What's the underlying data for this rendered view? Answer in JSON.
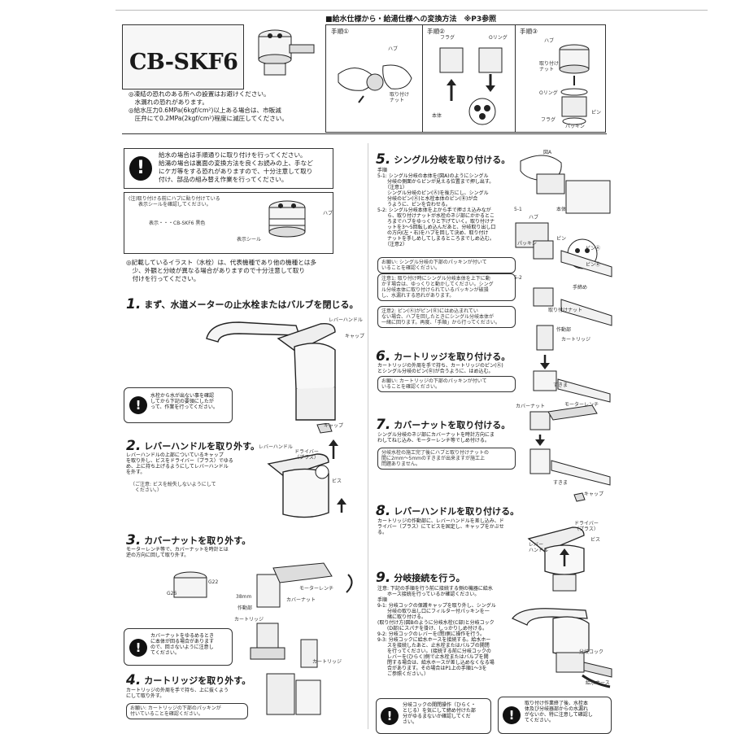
{
  "header": {
    "model": "CB-SKF6",
    "conversion_title": "■給水仕様から・給湯仕様への変換方法　※P3参照",
    "proc_labels": [
      "手順①",
      "手順②",
      "手順③"
    ],
    "notes": [
      "◎凍結の恐れのある所への設置はお避けください。",
      "　水漏れの恐れがあります。",
      "◎給水圧力0.6MPa(6kgf/cm²)以上ある場合は、市販減",
      "　圧弁にて0.2MPa(2kgf/cm²)程度に減圧してください。"
    ],
    "diagram_labels": [
      "ハブ",
      "取り付け\nナット",
      "本体",
      "フラグ",
      "Oリング",
      "ハブ",
      "取り付け\nナット",
      "Oリング",
      "ピン",
      "フラグ",
      "パッキン"
    ]
  },
  "left": {
    "main_warning": "給水の場合は手順通りに取り付けを行ってください。\n給湯の場合は裏面の変換方法を良くお読みの上、手など\nにケガ等をする恐れがありますので、十分注意して取り\n付け、部品の組み替え作業を行ってください。",
    "label_note": "(注)取り付ける前にハブに貼り付けている\n　　表示シールを確認してください。",
    "label_display": "表示・・・CB-SKF6 黒色",
    "label_parts": [
      "ハブ",
      "表示シール"
    ],
    "illustration_note": "◎記載しているイラスト（水栓）は、代表機種であり他の機種とは多\n　少、外観と分岐が異なる場合がありますので十分注意して取り\n　付けを行ってください。",
    "step1": {
      "num": "1.",
      "title": "まず、水道メーターの止水栓またはバルブを閉じる。"
    },
    "step1_labels": [
      "レバーハンドル",
      "キャップ"
    ],
    "step1_warning": "水栓から水が出ない事を確認\nしてから下記の要領にしたが\nって、作業を行ってください。",
    "step2": {
      "num": "2.",
      "title": "レバーハンドルを取り外す。"
    },
    "step2_text": "レバーハンドルの上部についているキャップ\nを取り外し、ビスをドライバー（プラス）でゆる\nめ、上に持ち上げるようにしてレバーハンドル\nを外す。",
    "step2_note": "（ご注意: ビスを紛失しないようにして\n　ください。）",
    "step2_labels": [
      "キャップ",
      "レバーハンドル",
      "ドライバー\n（プラス）",
      "ビス"
    ],
    "step3": {
      "num": "3.",
      "title": "カバーナットを取り外す。"
    },
    "step3_text": "モーターレンチ等で、カバーナットを時計とは\n逆の方向に回して取り外す。",
    "step3_labels": [
      "G26",
      "G22",
      "38mm",
      "モーターレンチ",
      "カバーナット",
      "作動部",
      "カートリッジ",
      "カートリッジ"
    ],
    "step3_warning": "カバーナットをゆるめるとき\nに本体が回る場合があります\nので、回さないように注意し\nてください。",
    "step4": {
      "num": "4.",
      "title": "カートリッジを取り外す。"
    },
    "step4_text": "カートリッジの外周を手で持ち、上に抜くよう\nにして取り外す。",
    "step4_note": "お願い: カートリッジの下部のパッキンが\n付いていることを確認ください。"
  },
  "right": {
    "step5": {
      "num": "5.",
      "title": "シングル分岐を取り付ける。"
    },
    "step5_text": "手順\n5-1: シングル分岐の本体を(図A)のようにシングル\n　　分岐の側面からピンが見える位置まで押し出す。\n　　（注意1）\n　　シングル分岐のピン(Ⓐ)を後方にし、シングル\n　　分岐のピン(Ⓐ)と水栓本体のピン(Ⓑ)が合\n　　うように、ピンを合わせる。\n5-2: シングル分岐本体を上から手で押さえ込みなが\n　　ら、取り付けナットが水栓のネジ部にかかるとこ\n　　ろまでハブをゆっくりと下げていく。取り付けナ\n　　ットを3～5回転しめ込んだあと、分岐取り出し口\n　　の方向(左・右)をハブを回して決め、取り付け\n　　ナットを手しめしてしまるところまでしめ込む。\n　　（注意2）",
    "step5_note1": "お願い: シングル分岐の下部のパッキンが付いて\nいることを確認ください。",
    "step5_note2": "注意1: 取り付け時にシングル分岐本体を上下に動\nかす場合は、ゆっくりと動かしてください。シング\nル分岐本体に取り付けられているパッキンが破損\nし、水漏れする恐れがあります。",
    "step5_note3": "注意2: ピン(Ⓐ)がピン(Ⓑ)にはめ込まれてい\nない場合、ハブを回したときにシングル分岐本体が\n一緒に回ります。再度、「手順」から行ってください。",
    "step5_labels": [
      "図A",
      "ハブ",
      "本体",
      "パッキン",
      "ピン",
      "ピンⒶ",
      "ピンⒷ",
      "5-1",
      "5-2",
      "手締め",
      "取り付けナット"
    ],
    "step6": {
      "num": "6.",
      "title": "カートリッジを取り付ける。"
    },
    "step6_text": "カートリッジの外周を手で持ち、カートリッジのピン(Ⓐ)\nとシングル分岐のピン(Ⓑ)が合うように、はめ込む。",
    "step6_note": "お願い: カートリッジの下部のパッキンが付いて\nいることを確認ください。",
    "step6_labels": [
      "作動部",
      "カートリッジ",
      "すきま"
    ],
    "step7": {
      "num": "7.",
      "title": "カバーナットを取り付ける。"
    },
    "step7_text": "シングル分岐のネジ部にカバーナットを時計方向にま\nわしてねじ込み、モーターレンチ等でしめ付ける。",
    "step7_note": "分岐水栓の施工完了後にハブと取り付けナットの\n間に2mm～5mmのすきまが出来ますが施工上\n問題ありません。",
    "step7_labels": [
      "カバーナット",
      "モーターレンチ",
      "すきま"
    ],
    "step8": {
      "num": "8.",
      "title": "レバーハンドルを取り付ける。"
    },
    "step8_text": "カートリッジの作動部に、レバーハンドルを差し込み、ド\nライバー（プラス）にてビスを固定し、キャップをかぶせ\nる。",
    "step8_labels": [
      "キャップ",
      "ドライバー\n（プラス）",
      "ビス",
      "レバー\nハンドル"
    ],
    "step9": {
      "num": "9.",
      "title": "分岐接続を行う。"
    },
    "step9_text": "注意: 下記の手順を行う前に接続する側の機器に給水\n　　ホース接続を行っているか確認ください。\n手順\n9-1: 分岐コックの保護キャップを取り外し、シングル\n　　分岐の取り出し口にフィルター付パッキンを一\n　　緒に取り付ける。\n(取り付け方)図Bのように分岐水栓(C部)と分岐コック\n　　(D部)にスパナを掛け、しっかりしめ付ける。\n9-2: 分岐コックのレバーを(閉)側に操作を行う。\n9-3: 分岐コックに給水ホースを接続する。給水ホー\n　　スを接続したあと、止水栓またはバルブの開閉\n　　を行ってください。(接続する前に分岐コックの\n　　レバーを(ひらく)側で止水栓またはバルブを開\n　　閉する場合は、給水ホースが差し込めなくなる場\n　　合があります。その場合はP1上の手順1～3を\n　　ご参照ください。）",
    "step9_labels": [
      "分岐コック",
      "給水ホース"
    ],
    "bottom_warn1": "分岐コックの開閉操作（ひらく・\nとじる）を気にして締め付けた部\n分がゆるまないか確認してくだ\nさい。",
    "bottom_warn2": "取り付け作業終了後、水栓本\n体及び分岐器部からの水漏れ\nがないか、特に注意して確認し\nてください。"
  }
}
